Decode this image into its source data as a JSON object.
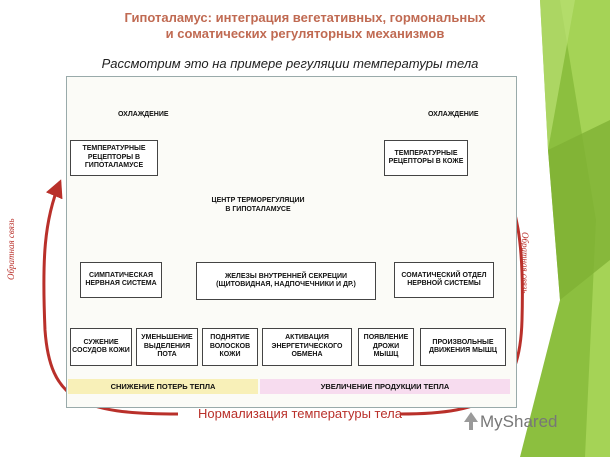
{
  "title_line1": "Гипоталамус: интеграция вегетативных, гормональных",
  "title_line2": "и соматических регуляторных механизмов",
  "subtitle": "Рассмотрим это на примере регуляции температуры тела",
  "cooling_left": "ОХЛАЖДЕНИЕ",
  "cooling_right": "ОХЛАЖДЕНИЕ",
  "receptors_hypothalamus": "ТЕМПЕРАТУРНЫЕ РЕЦЕПТОРЫ В ГИПОТАЛАМУСЕ",
  "receptors_skin": "ТЕМПЕРАТУРНЫЕ РЕЦЕПТОРЫ В КОЖЕ",
  "center": "ЦЕНТР ТЕРМОРЕГУЛЯЦИИ В ГИПОТАЛАМУСЕ",
  "sympathetic": "СИМПАТИЧЕСКАЯ НЕРВНАЯ СИСТЕМА",
  "endocrine": "ЖЕЛЕЗЫ ВНУТРЕННЕЙ СЕКРЕЦИИ (ЩИТОВИДНАЯ, НАДПОЧЕЧНИКИ И ДР.)",
  "somatic": "СОМАТИЧЕСКИЙ ОТДЕЛ НЕРВНОЙ СИСТЕМЫ",
  "effects": {
    "vessels": "СУЖЕНИЕ СОСУДОВ КОЖИ",
    "sweat": "УМЕНЬШЕНИЕ ВЫДЕЛЕНИЯ ПОТА",
    "hair": "ПОДНЯТИЕ ВОЛОСКОВ КОЖИ",
    "metabolism": "АКТИВАЦИЯ ЭНЕРГЕТИЧЕСКОГО ОБМЕНА",
    "shiver": "ПОЯВЛЕНИЕ ДРОЖИ МЫШЦ",
    "movement": "ПРОИЗВОЛЬНЫЕ ДВИЖЕНИЯ МЫШЦ"
  },
  "band_loss": "СНИЖЕНИЕ ПОТЕРЬ ТЕПЛА",
  "band_production": "УВЕЛИЧЕНИЕ ПРОДУКЦИИ ТЕПЛА",
  "bottom": "Нормализация температуры тела",
  "feedback_left": "Обратная связь",
  "feedback_right": "Обратная связь",
  "watermark": "MyShared",
  "colors": {
    "title": "#c06a52",
    "arrow_red": "#b9302a",
    "green": "#8cbf3f",
    "band_yellow": "#f8f0b8",
    "band_pink": "#f7dcef"
  },
  "icons": [
    "snowflake-icon",
    "brain-icon",
    "myshared-logo-icon"
  ]
}
